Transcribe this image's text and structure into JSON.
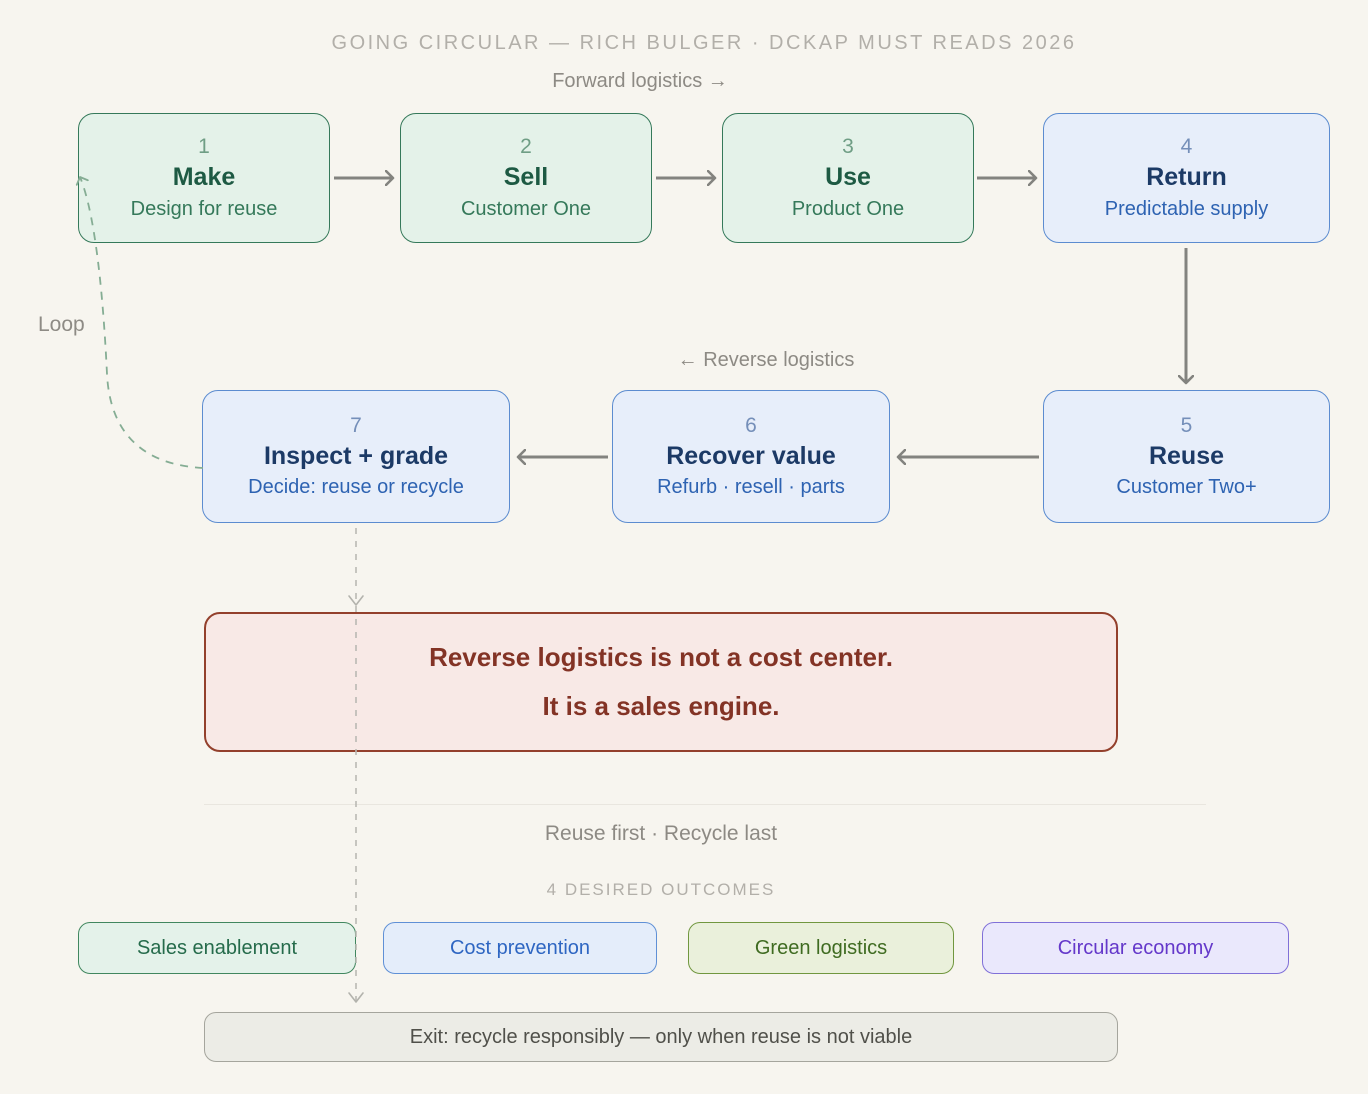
{
  "header": {
    "title": "GOING CIRCULAR — RICH BULGER · DCKAP MUST READS 2026",
    "forward_label": "Forward logistics →",
    "reverse_label": "← Reverse logistics",
    "loop_label": "Loop"
  },
  "stages": [
    {
      "number": "1",
      "title": "Make",
      "subtitle": "Design for reuse",
      "theme": "green"
    },
    {
      "number": "2",
      "title": "Sell",
      "subtitle": "Customer One",
      "theme": "green"
    },
    {
      "number": "3",
      "title": "Use",
      "subtitle": "Product One",
      "theme": "green"
    },
    {
      "number": "4",
      "title": "Return",
      "subtitle": "Predictable supply",
      "theme": "blue"
    },
    {
      "number": "5",
      "title": "Reuse",
      "subtitle": "Customer Two+",
      "theme": "blue"
    },
    {
      "number": "6",
      "title": "Recover value",
      "subtitle": "Refurb · resell · parts",
      "theme": "blue"
    },
    {
      "number": "7",
      "title": "Inspect + grade",
      "subtitle": "Decide: reuse or recycle",
      "theme": "blue"
    }
  ],
  "callout": {
    "line1": "Reverse logistics is not a cost center.",
    "line2": "It is a sales engine."
  },
  "footer": {
    "principle": "Reuse first · Recycle last",
    "outcomes_heading": "4 DESIRED OUTCOMES",
    "outcomes": [
      {
        "label": "Sales enablement",
        "theme": "mint"
      },
      {
        "label": "Cost prevention",
        "theme": "blue"
      },
      {
        "label": "Green logistics",
        "theme": "olive"
      },
      {
        "label": "Circular economy",
        "theme": "purple"
      }
    ],
    "exit_label": "Exit: recycle responsibly — only when reuse is not viable"
  },
  "colors": {
    "background": "#f7f5ef",
    "green_fill": "#e4f2e9",
    "green_border": "#35795a",
    "green_title": "#1d5a43",
    "blue_fill": "#e7eefa",
    "blue_border": "#5c8cd0",
    "blue_title": "#1c3a66",
    "blue_sub": "#2e63b2",
    "callout_fill": "#f8e9e6",
    "callout_border": "#93402c",
    "callout_text": "#833325",
    "arrow_gray": "#83837f",
    "dashed_gray": "#b9b9b3",
    "loop_green": "#85ad94",
    "muted_label": "#8d8a84",
    "kicker_gray": "#b2afa9",
    "pill_mint_text": "#256b4b",
    "pill_blue_text": "#2e66c2",
    "pill_olive_text": "#3f6b21",
    "pill_purple_text": "#6438ca",
    "exit_fill": "#ecece6",
    "exit_text": "#50504a"
  }
}
